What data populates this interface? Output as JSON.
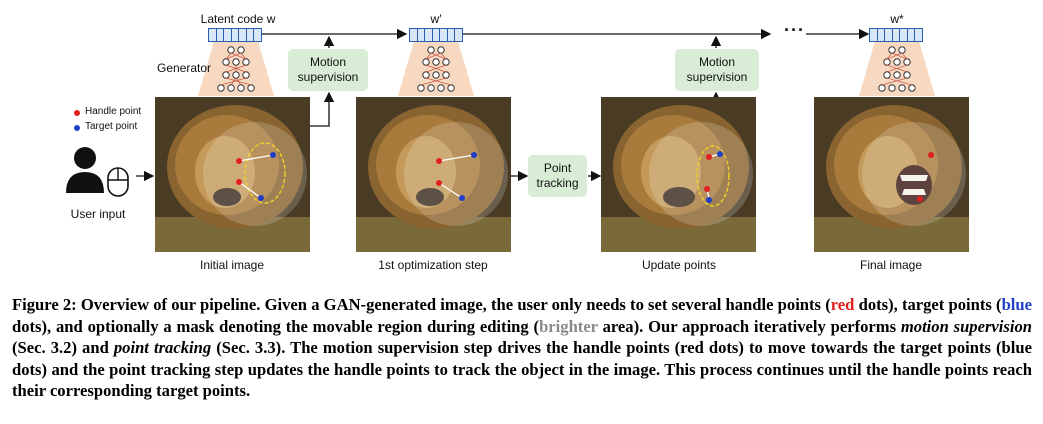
{
  "figure": {
    "latent_labels": [
      "Latent code w",
      "w′",
      "w*"
    ],
    "generator_label": "Generator",
    "legend": {
      "handle": "Handle point",
      "target": "Target point"
    },
    "user_input_label": "User input",
    "motion_box_label_1": "Motion",
    "motion_box_label_2": "supervision",
    "tracking_box_label_1": "Point",
    "tracking_box_label_2": "tracking",
    "ellipsis": "···",
    "panel_captions": [
      "Initial image",
      "1st optimization step",
      "Update points",
      "Final image"
    ],
    "colors": {
      "handle": "#e0201d",
      "target": "#1f3fc7",
      "box": "#d9ecd6",
      "network": "#f6d2b6",
      "latent": "#d7e6fa"
    }
  },
  "caption": {
    "p1": "Figure 2: Overview of our pipeline. Given a GAN-generated image, the user only needs to set several handle points (",
    "red": "red",
    "p2": " dots), target points (",
    "blue": "blue",
    "p3": " dots), and optionally a mask denoting the movable region during editing (",
    "brighter": "brighter",
    "p4": " area). Our approach iteratively performs ",
    "ms": "motion supervision",
    "p5": " (Sec. 3.2) and ",
    "pt": "point tracking",
    "p6": " (Sec. 3.3). The motion supervision step drives the handle points (red dots) to move towards the target points (blue dots) and the point tracking step updates the handle points to track the object in the image. This process continues until the handle points reach their corresponding target points."
  }
}
